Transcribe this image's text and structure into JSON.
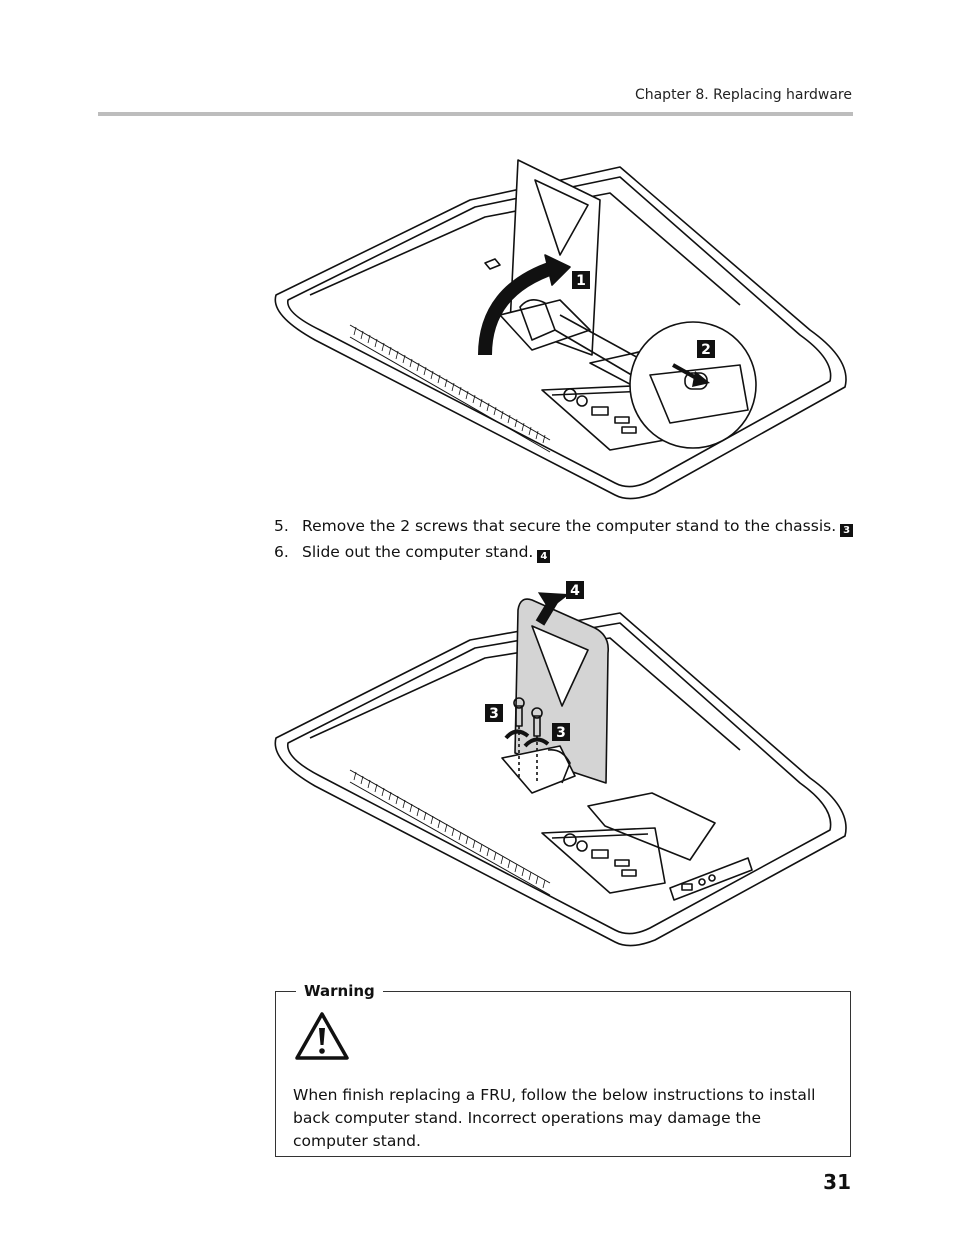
{
  "header": {
    "running_head": "Chapter 8. Replacing hardware"
  },
  "figure1": {
    "callouts": [
      "1",
      "2"
    ]
  },
  "steps": [
    {
      "number": "5.",
      "text": "Remove the 2 screws that secure the computer stand to the chassis.",
      "callout": "3"
    },
    {
      "number": "6.",
      "text": "Slide out the computer stand.",
      "callout": "4"
    }
  ],
  "figure2": {
    "callouts": [
      "4",
      "3",
      "3"
    ]
  },
  "warning": {
    "title": "Warning",
    "icon": "warning-triangle-icon",
    "text": "When finish replacing a FRU, follow the below instructions to install back computer stand. Incorrect operations may damage the computer stand."
  },
  "footer": {
    "page_number": "31"
  }
}
